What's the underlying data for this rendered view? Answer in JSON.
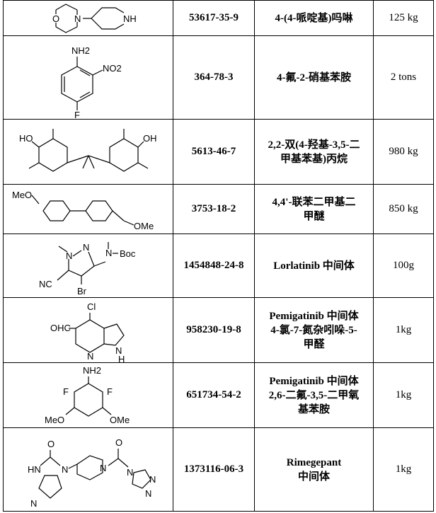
{
  "rows": [
    {
      "cas": "53617-35-9",
      "name_lines": [
        "4-(4-哌啶基)吗啉"
      ],
      "qty": "125 kg",
      "structure_labels": [
        "O",
        "N",
        "NH"
      ]
    },
    {
      "cas": "364-78-3",
      "name_lines": [
        "4-氟-2-硝基苯胺"
      ],
      "qty": "2 tons",
      "structure_labels": [
        "NH2",
        "NO2",
        "F"
      ]
    },
    {
      "cas": "5613-46-7",
      "name_lines": [
        "2,2-双(4-羟基-3,5-二",
        "甲基苯基)丙烷"
      ],
      "qty": "980 kg",
      "structure_labels": [
        "HO",
        "OH"
      ]
    },
    {
      "cas": "3753-18-2",
      "name_lines": [
        "4,4'-联苯二甲基二",
        "甲醚"
      ],
      "qty": "850 kg",
      "structure_labels": [
        "MeO",
        "OMe"
      ]
    },
    {
      "cas": "1454848-24-8",
      "name_lines": [
        "Lorlatinib 中间体"
      ],
      "qty": "100g",
      "structure_labels": [
        "N",
        "N",
        "N",
        "Boc",
        "NC",
        "Br"
      ]
    },
    {
      "cas": "958230-19-8",
      "name_lines": [
        "Pemigatinib 中间体",
        "4-氯-7-氮杂吲哚-5-",
        "甲醛"
      ],
      "qty": "1kg",
      "structure_labels": [
        "Cl",
        "OHC",
        "N",
        "N",
        "H"
      ]
    },
    {
      "cas": "651734-54-2",
      "name_lines": [
        "Pemigatinib 中间体",
        "2,6-二氟-3,5-二甲氧",
        "基苯胺"
      ],
      "qty": "1kg",
      "structure_labels": [
        "NH2",
        "F",
        "F",
        "MeO",
        "OMe"
      ]
    },
    {
      "cas": "1373116-06-3",
      "name_lines": [
        "Rimegepant",
        "中间体"
      ],
      "qty": "1kg",
      "structure_labels": [
        "O",
        "HN",
        "N",
        "N",
        "N",
        "O",
        "N",
        "N",
        "N"
      ]
    }
  ]
}
